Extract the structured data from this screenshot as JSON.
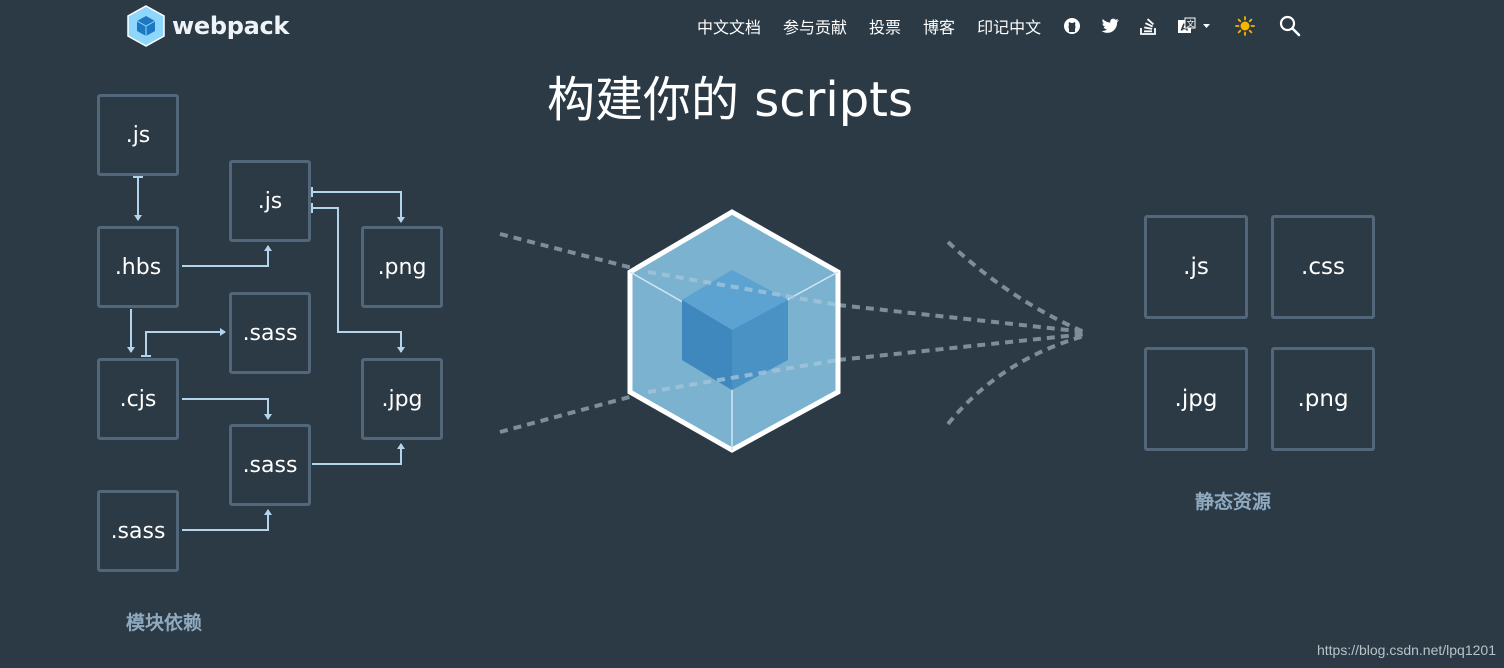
{
  "brand": {
    "name": "webpack"
  },
  "nav": {
    "items": [
      "中文文档",
      "参与贡献",
      "投票",
      "博客",
      "印记中文"
    ],
    "icons": [
      "github-icon",
      "twitter-icon",
      "stackoverflow-icon",
      "language-icon",
      "sun-icon",
      "search-icon"
    ]
  },
  "headline": "构建你的 scripts",
  "modules": {
    "caption": "模块依赖",
    "files": [
      ".js",
      ".js",
      ".png",
      ".hbs",
      ".sass",
      ".cjs",
      ".jpg",
      ".sass",
      ".sass"
    ]
  },
  "assets": {
    "caption": "静态资源",
    "files": [
      ".js",
      ".css",
      ".jpg",
      ".png"
    ]
  },
  "watermark": "https://blog.csdn.net/lpq1201",
  "colors": {
    "background": "#2b3a45",
    "box_border": "#52677a",
    "arrow": "#b4d4ec",
    "cube_outer": "#8ed6fb",
    "cube_inner": "#1c78c0",
    "caption": "#8fa9bf"
  }
}
